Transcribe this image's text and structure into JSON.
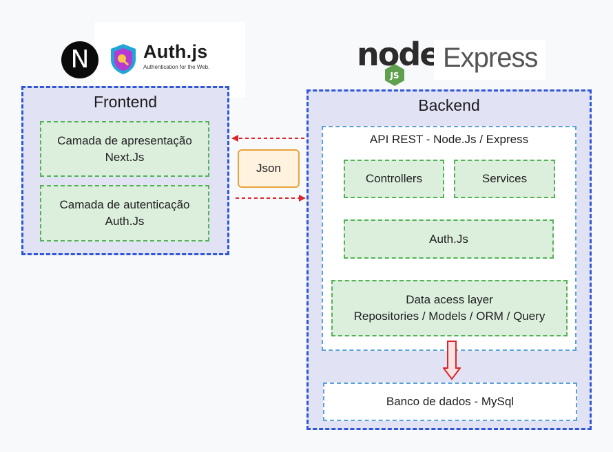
{
  "logos": {
    "next_letter": "N",
    "authjs_title": "Auth.js",
    "authjs_subtitle": "Authentication for the Web.",
    "node_text": "node",
    "node_badge": "JS",
    "express_text": "Express"
  },
  "frontend": {
    "title": "Frontend",
    "presentation_layer": {
      "line1": "Camada de apresentação",
      "line2": "Next.Js"
    },
    "auth_layer": {
      "line1": "Camada de autenticação",
      "line2": "Auth.Js"
    }
  },
  "connector": {
    "label": "Json"
  },
  "backend": {
    "title": "Backend",
    "api_title": "API REST - Node.Js / Express",
    "controllers": "Controllers",
    "services": "Services",
    "authjs": "Auth.Js",
    "data_layer": {
      "line1": "Data acess layer",
      "line2": "Repositories / Models / ORM / Query"
    },
    "database": "Banco de dados - MySql"
  },
  "colors": {
    "outer_border": "#2f56d6",
    "outer_fill": "#e1e3f4",
    "green_border": "#53b257",
    "green_fill": "#dcefdc",
    "arrow_red": "#d9262b",
    "json_border": "#e8a33c"
  }
}
